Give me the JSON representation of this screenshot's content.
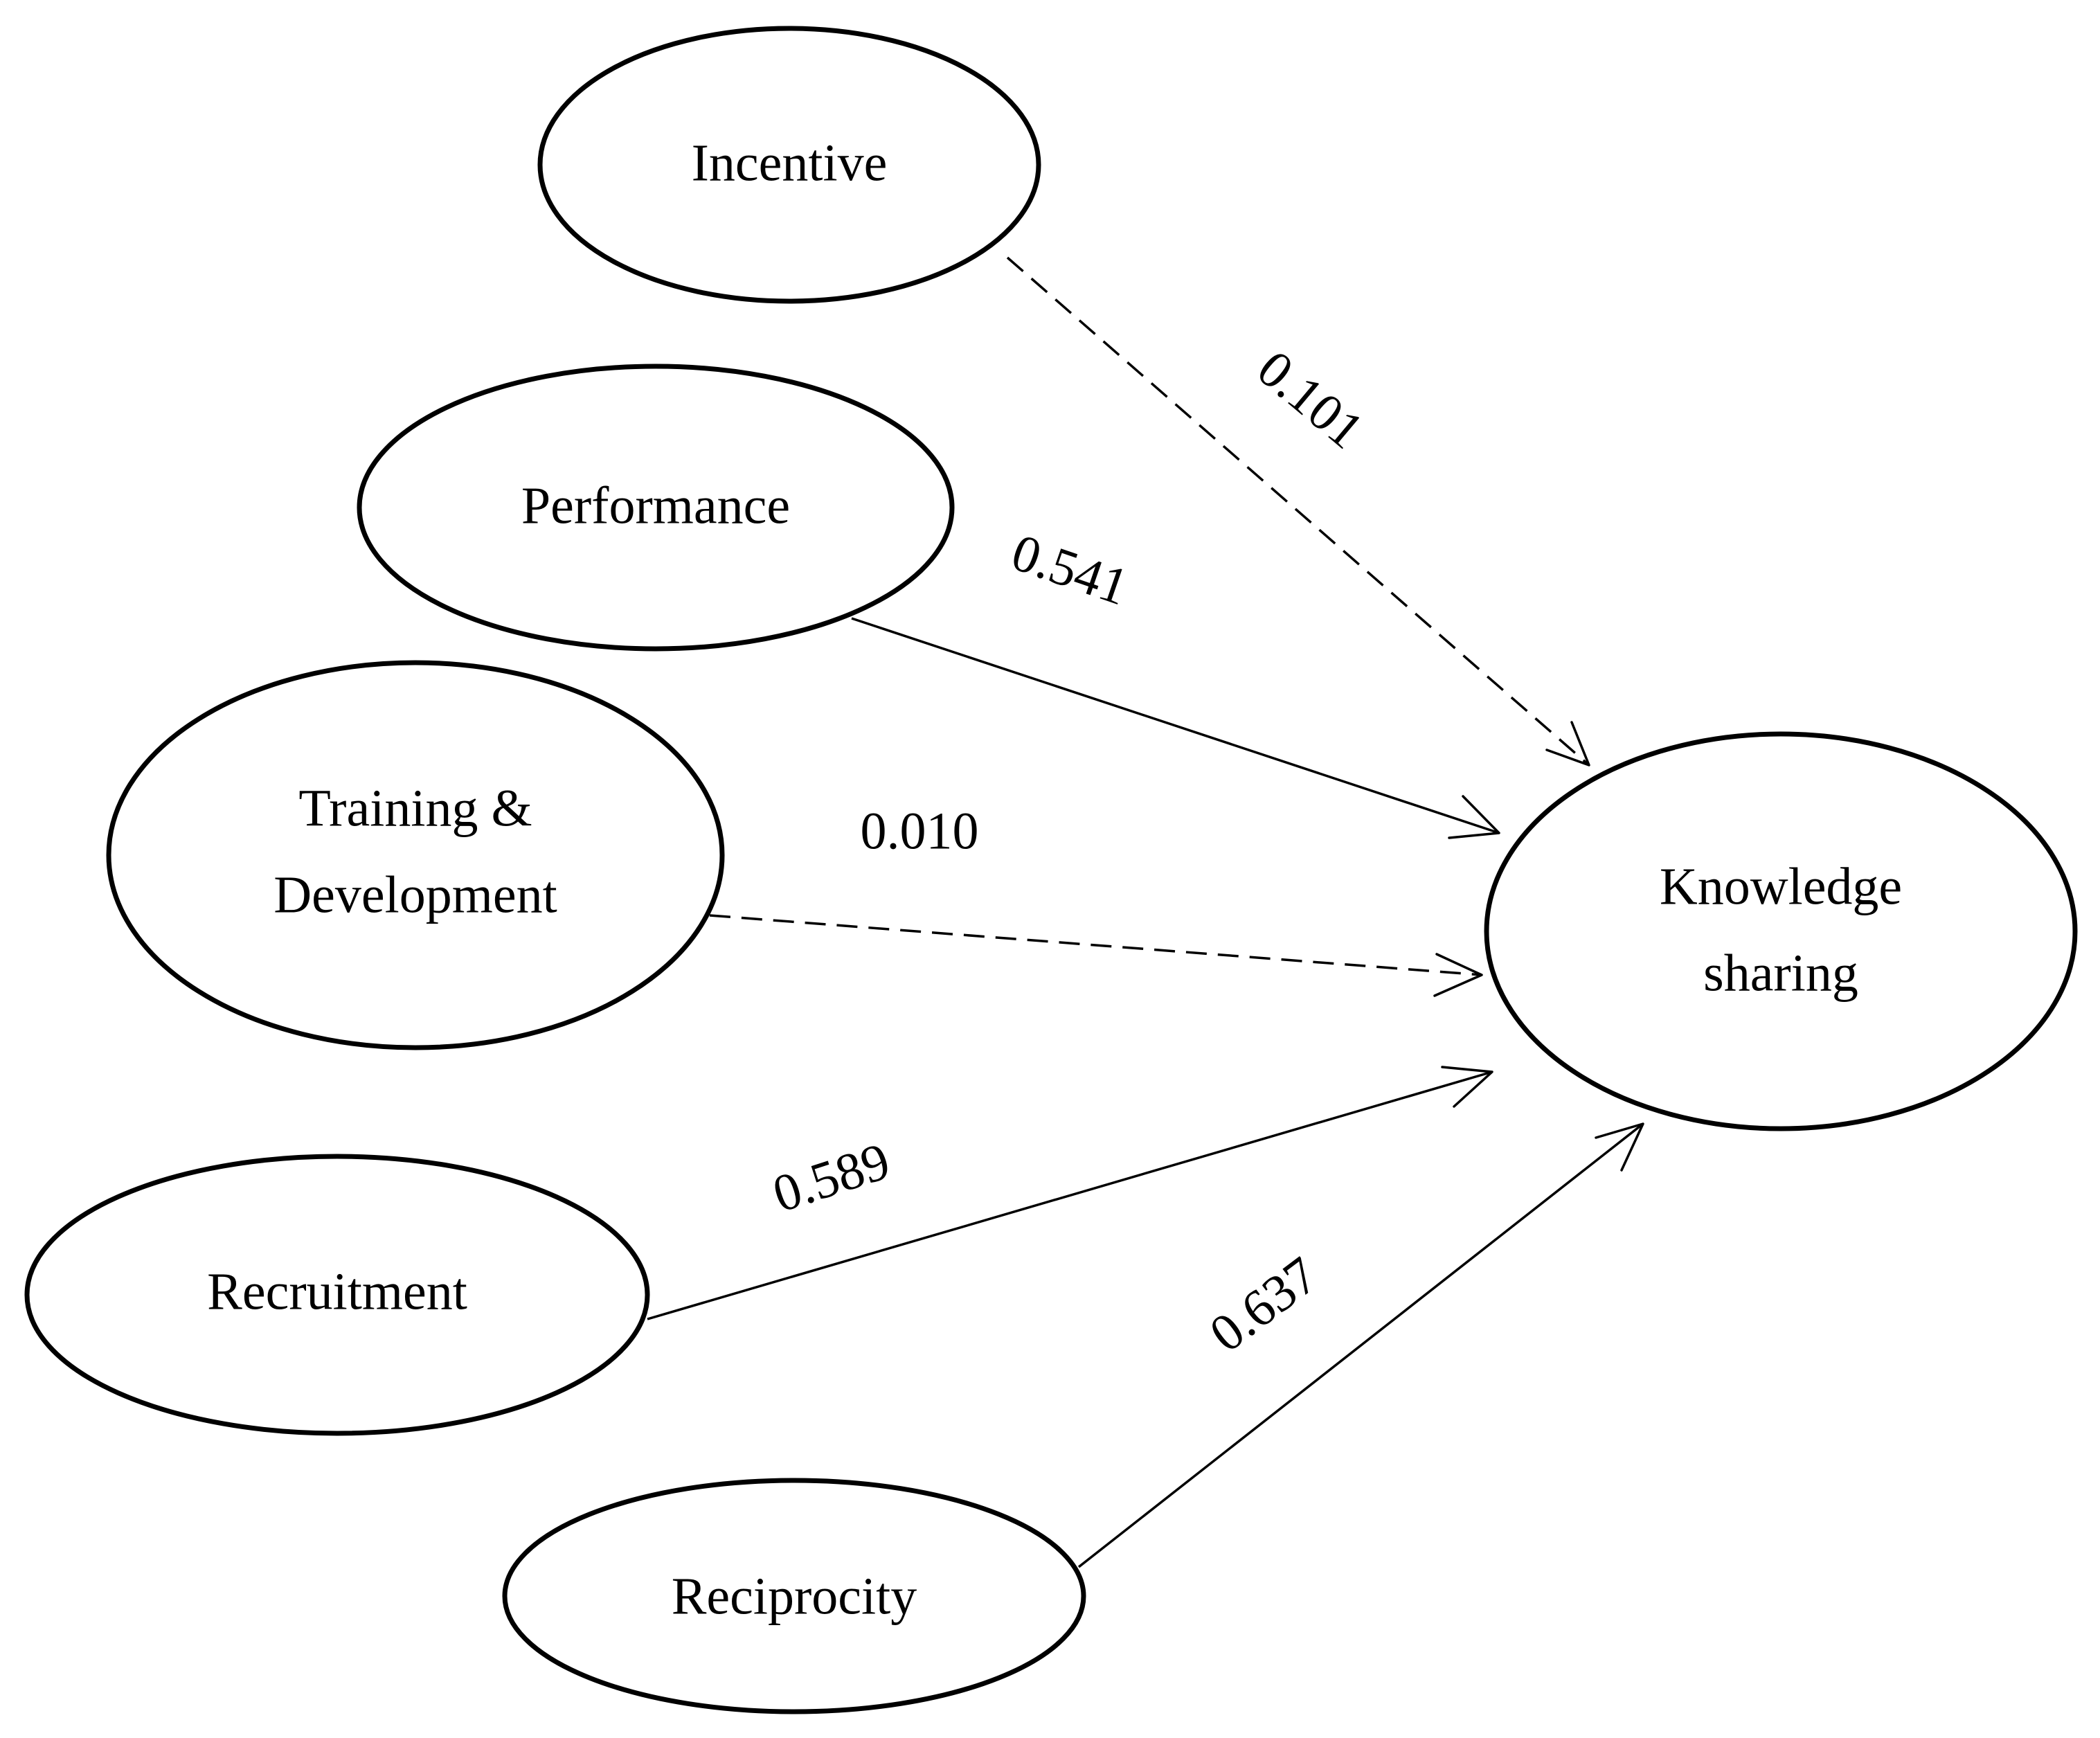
{
  "nodes": {
    "incentive": {
      "lines": [
        "Incentive"
      ]
    },
    "performance": {
      "lines": [
        "Performance"
      ]
    },
    "training": {
      "lines": [
        "Training &",
        "Development"
      ]
    },
    "recruitment": {
      "lines": [
        "Recruitment"
      ]
    },
    "reciprocity": {
      "lines": [
        "Reciprocity"
      ]
    },
    "knowledge": {
      "lines": [
        "Knowledge",
        "sharing"
      ]
    }
  },
  "edges": {
    "incentive": {
      "from": "Incentive",
      "to": "Knowledge sharing",
      "coefficient": "0.101",
      "style": "dashed"
    },
    "performance": {
      "from": "Performance",
      "to": "Knowledge sharing",
      "coefficient": "0.541",
      "style": "solid"
    },
    "training": {
      "from": "Training & Development",
      "to": "Knowledge sharing",
      "coefficient": "0.010",
      "style": "dashed"
    },
    "recruitment": {
      "from": "Recruitment",
      "to": "Knowledge sharing",
      "coefficient": "0.589",
      "style": "solid"
    },
    "reciprocity": {
      "from": "Reciprocity",
      "to": "Knowledge sharing",
      "coefficient": "0.637",
      "style": "solid"
    }
  }
}
